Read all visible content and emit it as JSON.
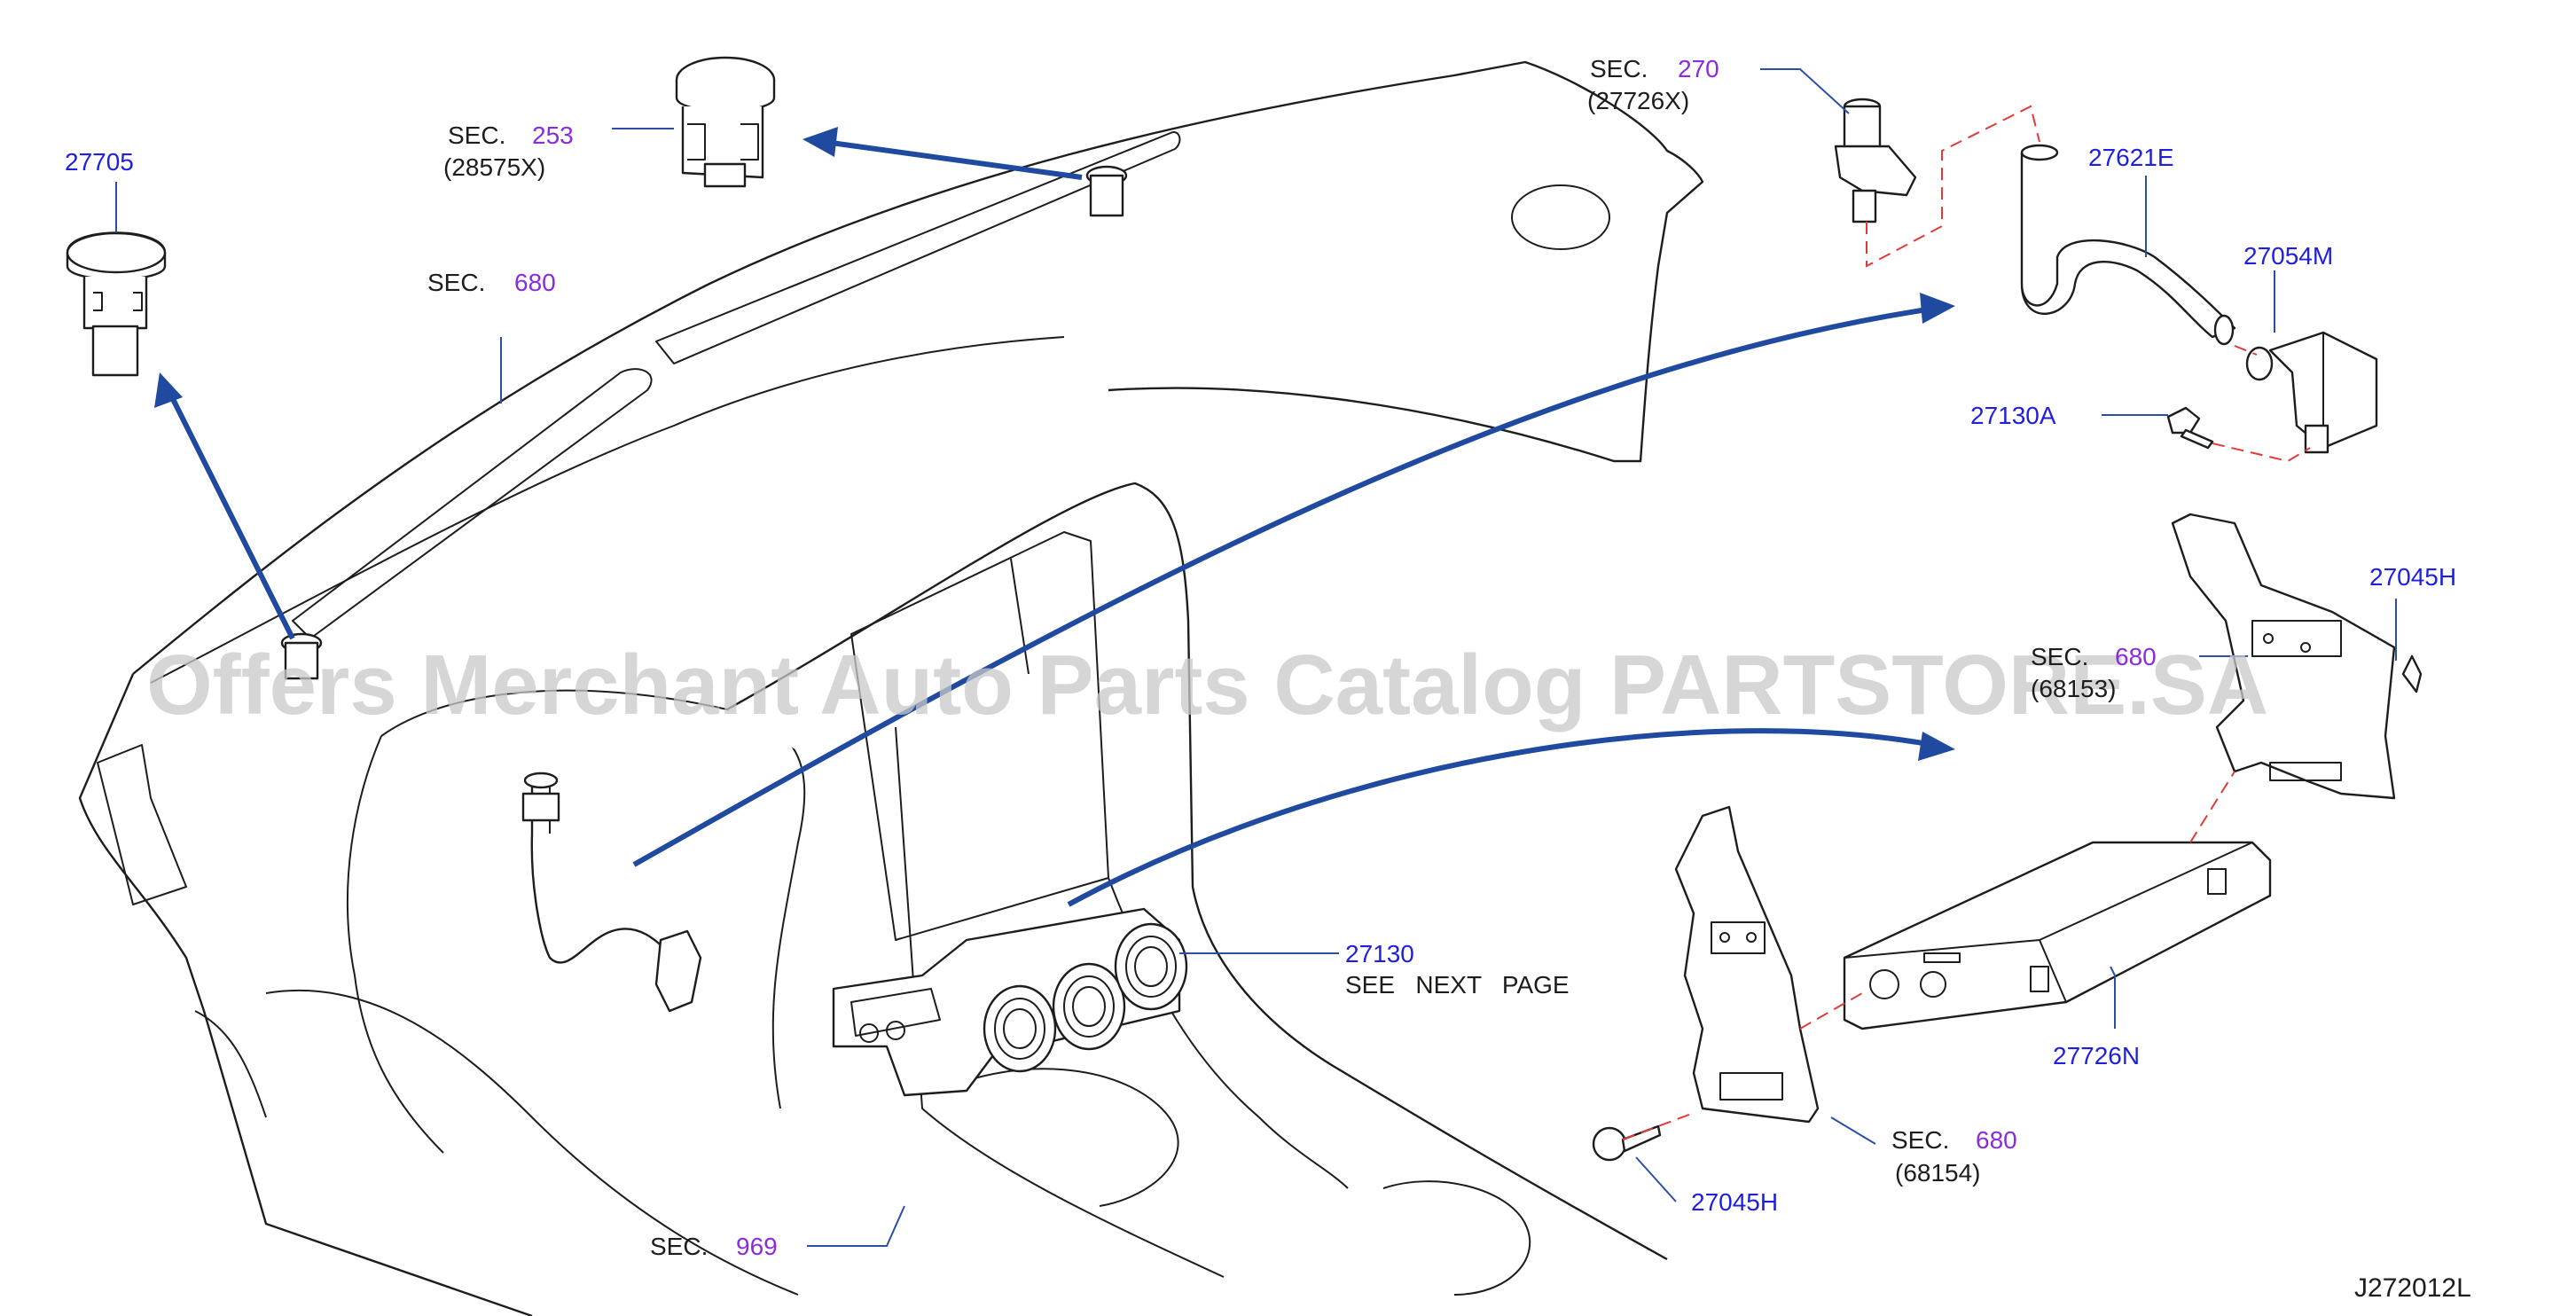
{
  "part_numbers": {
    "p27705": "27705",
    "p27621E": "27621E",
    "p27054M": "27054M",
    "p27130A": "27130A",
    "p27045H_top": "27045H",
    "p27130": "27130",
    "p27726N": "27726N",
    "p27045H_bottom": "27045H"
  },
  "see_next_page": "SEE   NEXT   PAGE",
  "sections": {
    "sec253": {
      "prefix": "SEC.",
      "number": "253",
      "code": "(28575X)"
    },
    "sec680_top": {
      "prefix": "SEC.",
      "number": "680"
    },
    "sec270": {
      "prefix": "SEC.",
      "number": "270",
      "code": "(27726X)"
    },
    "sec680_mid": {
      "prefix": "SEC.",
      "number": "680",
      "code": "(68153)"
    },
    "sec680_bottom": {
      "prefix": "SEC.",
      "number": "680",
      "code": "(68154)"
    },
    "sec969": {
      "prefix": "SEC.",
      "number": "969"
    }
  },
  "diagram_ref": "J272012L",
  "watermark": "Offers Merchant Auto Parts Catalog PARTSTORE.SA",
  "colors": {
    "part_number": "#1f1fe0",
    "section_number": "#8a2be2",
    "arrow": "#1f4aa0",
    "red_dash": "#e23a3a",
    "outline": "#1d1d1b"
  }
}
